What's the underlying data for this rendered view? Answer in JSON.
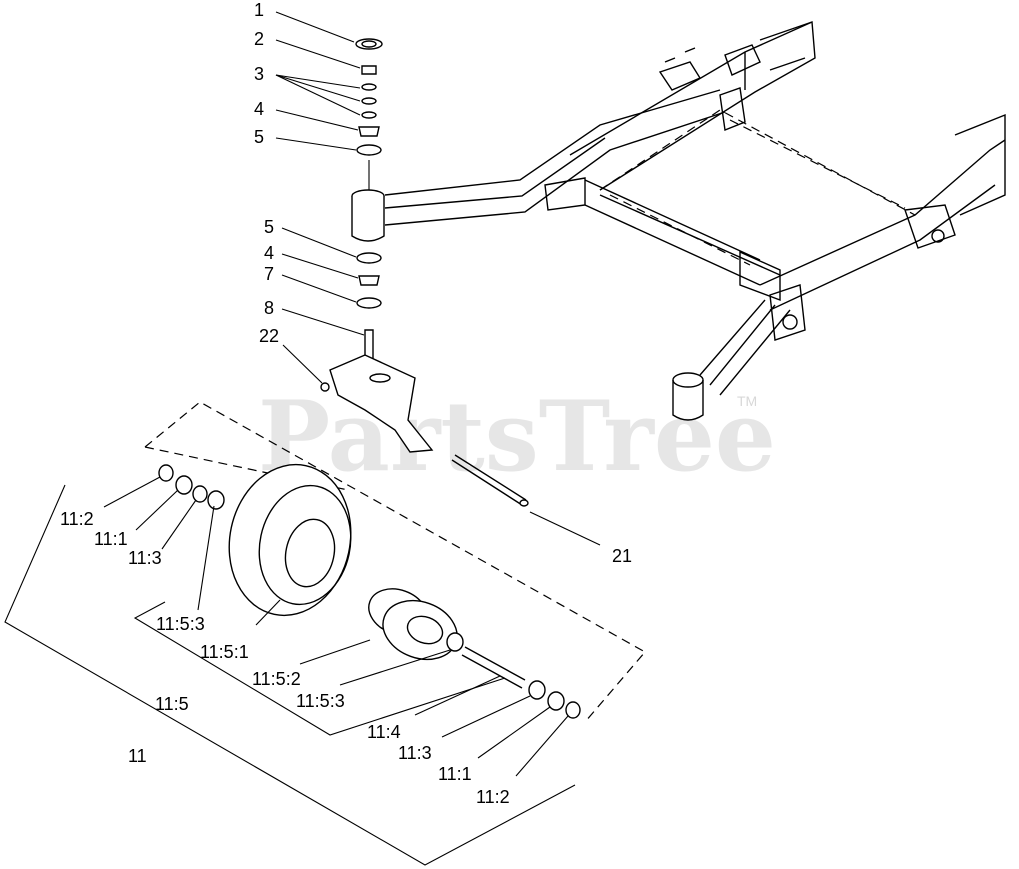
{
  "watermark": {
    "text": "PartsTree",
    "trademark": "TM"
  },
  "callouts": [
    {
      "id": "c1",
      "text": "1"
    },
    {
      "id": "c2",
      "text": "2"
    },
    {
      "id": "c3",
      "text": "3"
    },
    {
      "id": "c4a",
      "text": "4"
    },
    {
      "id": "c5a",
      "text": "5"
    },
    {
      "id": "c5b",
      "text": "5"
    },
    {
      "id": "c4b",
      "text": "4"
    },
    {
      "id": "c7",
      "text": "7"
    },
    {
      "id": "c8",
      "text": "8"
    },
    {
      "id": "c22",
      "text": "22"
    },
    {
      "id": "c21",
      "text": "21"
    },
    {
      "id": "c11_2a",
      "text": "11:2"
    },
    {
      "id": "c11_1a",
      "text": "11:1"
    },
    {
      "id": "c11_3a",
      "text": "11:3"
    },
    {
      "id": "c11_5_3a",
      "text": "11:5:3"
    },
    {
      "id": "c11_5_1",
      "text": "11:5:1"
    },
    {
      "id": "c11_5_2",
      "text": "11:5:2"
    },
    {
      "id": "c11_5",
      "text": "11:5"
    },
    {
      "id": "c11_5_3b",
      "text": "11:5:3"
    },
    {
      "id": "c11_4",
      "text": "11:4"
    },
    {
      "id": "c11_3b",
      "text": "11:3"
    },
    {
      "id": "c11_1b",
      "text": "11:1"
    },
    {
      "id": "c11_2b",
      "text": "11:2"
    },
    {
      "id": "c11",
      "text": "11"
    }
  ]
}
